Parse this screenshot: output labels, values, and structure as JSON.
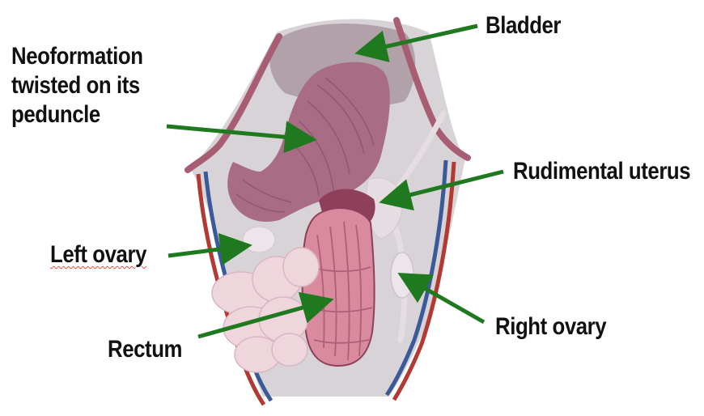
{
  "labels": {
    "bladder": "Bladder",
    "neoformation": [
      "Neoformation",
      "twisted on its",
      "peduncle"
    ],
    "rudimental_uterus": "Rudimental uterus",
    "left_ovary": "Left ovary",
    "right_ovary": "Right ovary",
    "rectum": "Rectum"
  },
  "colors": {
    "arrow": "#1f7a1f",
    "cavity": "#d8d3d7",
    "bladder": "#b0a2a8",
    "neoformation": "#a86d84",
    "rectum": "#d98a9e",
    "abdominal_wall": "#a75d72",
    "vessel_red": "#b33a32",
    "vessel_blue": "#3a5a9a",
    "ovary": "#ece6ea",
    "intestine": "#efd6dd"
  }
}
